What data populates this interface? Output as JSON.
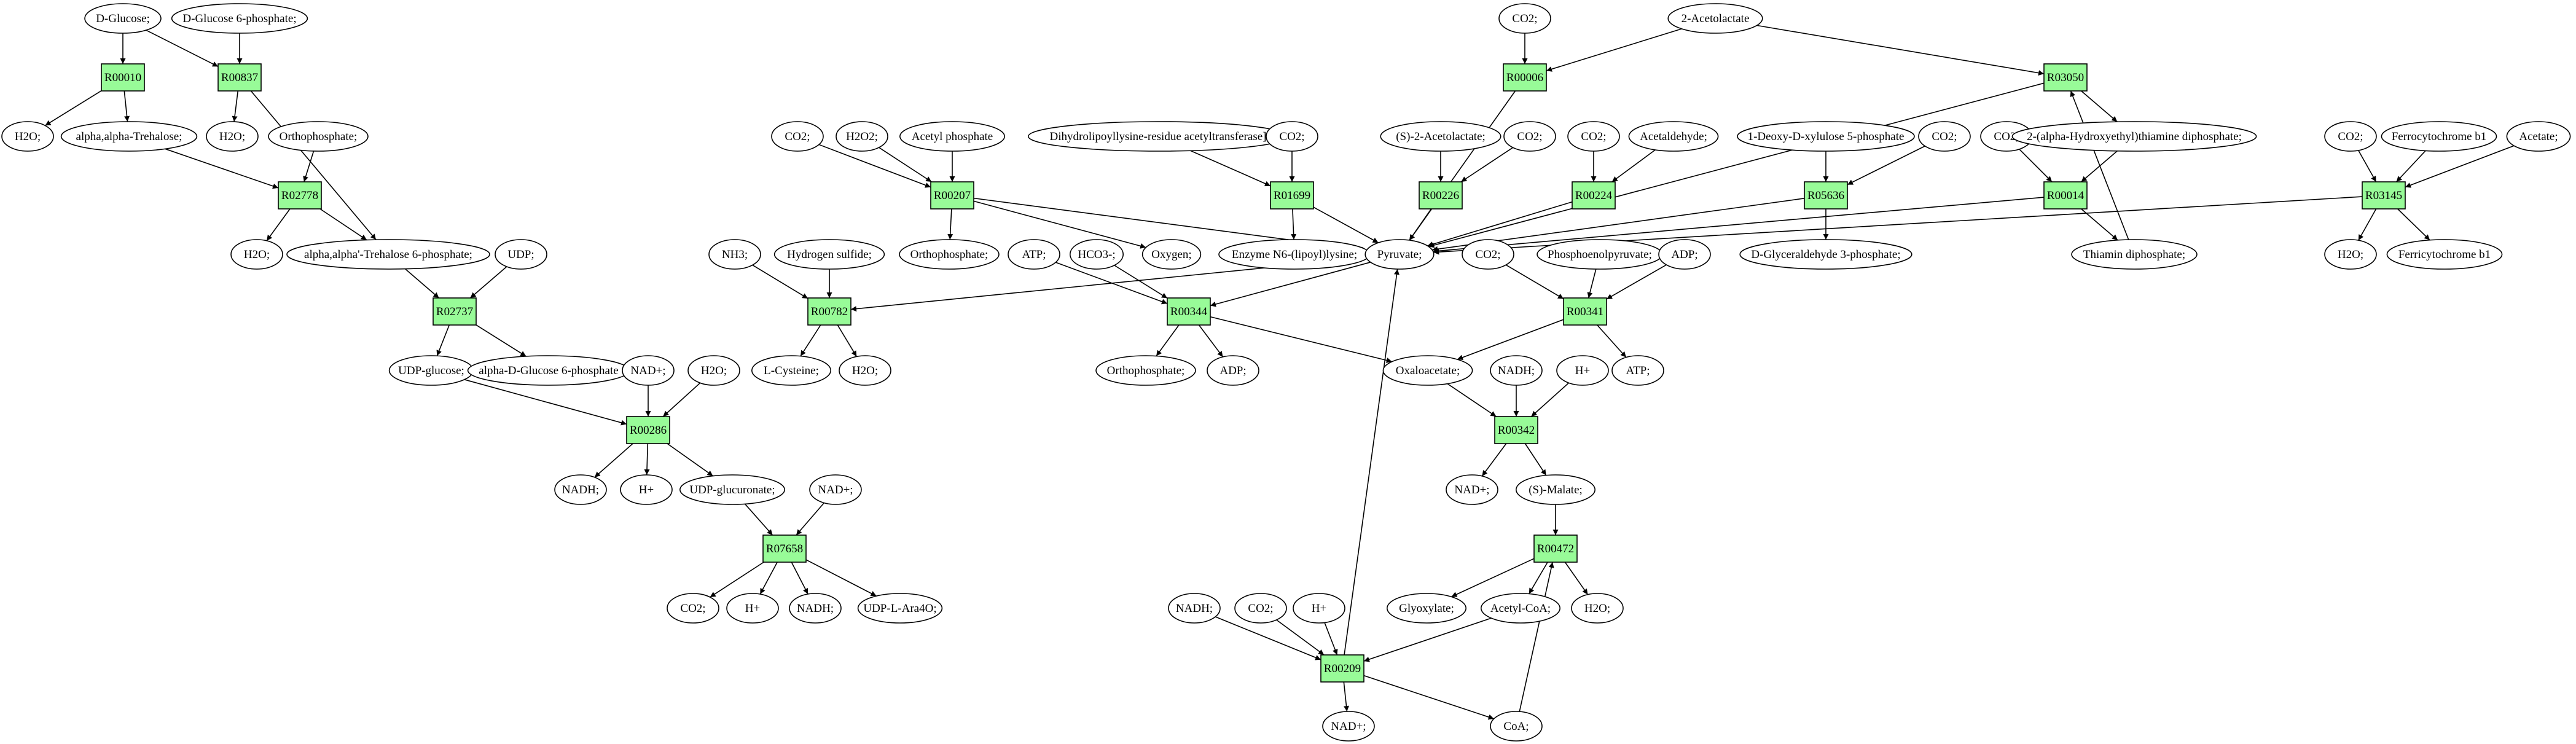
{
  "colors": {
    "background": "#ffffff",
    "stroke": "#000000",
    "reaction_fill": "#98fb98",
    "start_fill": "#00ff00",
    "target_fill": "#ffff00",
    "metabolite_fill": "#ffffff"
  },
  "nodes": {
    "d_glucose": {
      "label": "D-Glucose;",
      "type": "metabolite",
      "highlight": "start"
    },
    "d_glucose_6p_top": {
      "label": "D-Glucose 6-phosphate;",
      "type": "metabolite"
    },
    "r00010": {
      "label": "R00010",
      "type": "reaction"
    },
    "r00837": {
      "label": "R00837",
      "type": "reaction"
    },
    "h2o_a": {
      "label": "H2O;",
      "type": "metabolite"
    },
    "trehalose": {
      "label": "alpha,alpha-Trehalose;",
      "type": "metabolite"
    },
    "h2o_b": {
      "label": "H2O;",
      "type": "metabolite"
    },
    "orthophosphate_a": {
      "label": "Orthophosphate;",
      "type": "metabolite"
    },
    "r02778": {
      "label": "R02778",
      "type": "reaction"
    },
    "h2o_c": {
      "label": "H2O;",
      "type": "metabolite"
    },
    "trehalose_6p": {
      "label": "alpha,alpha'-Trehalose 6-phosphate;",
      "type": "metabolite"
    },
    "udp_a": {
      "label": "UDP;",
      "type": "metabolite"
    },
    "r02737": {
      "label": "R02737",
      "type": "reaction"
    },
    "udp_glucose": {
      "label": "UDP-glucose;",
      "type": "metabolite"
    },
    "alpha_d_glucose_6p": {
      "label": "alpha-D-Glucose 6-phosphate",
      "type": "metabolite"
    },
    "nad_a": {
      "label": "NAD+;",
      "type": "metabolite"
    },
    "h2o_d": {
      "label": "H2O;",
      "type": "metabolite"
    },
    "r00286": {
      "label": "R00286",
      "type": "reaction"
    },
    "nadh_a": {
      "label": "NADH;",
      "type": "metabolite"
    },
    "hplus_a": {
      "label": "H+",
      "type": "metabolite"
    },
    "udp_glucuronate": {
      "label": "UDP-glucuronate;",
      "type": "metabolite"
    },
    "nad_b": {
      "label": "NAD+;",
      "type": "metabolite"
    },
    "r07658": {
      "label": "R07658",
      "type": "reaction"
    },
    "co2_a": {
      "label": "CO2;",
      "type": "metabolite"
    },
    "hplus_b": {
      "label": "H+",
      "type": "metabolite"
    },
    "nadh_b": {
      "label": "NADH;",
      "type": "metabolite"
    },
    "udp_l_ara4o": {
      "label": "UDP-L-Ara4O;",
      "type": "metabolite"
    },
    "co2_b": {
      "label": "CO2;",
      "type": "metabolite"
    },
    "h2o2": {
      "label": "H2O2;",
      "type": "metabolite"
    },
    "acetyl_phosphate": {
      "label": "Acetyl phosphate",
      "type": "metabolite"
    },
    "r00207": {
      "label": "R00207",
      "type": "reaction"
    },
    "orthophosphate_b": {
      "label": "Orthophosphate;",
      "type": "metabolite"
    },
    "nh3": {
      "label": "NH3;",
      "type": "metabolite"
    },
    "hydrogen_sulfide": {
      "label": "Hydrogen sulfide;",
      "type": "metabolite"
    },
    "r00782": {
      "label": "R00782",
      "type": "reaction"
    },
    "l_cysteine": {
      "label": "L-Cysteine;",
      "type": "metabolite",
      "highlight": "target"
    },
    "h2o_e": {
      "label": "H2O;",
      "type": "metabolite"
    },
    "atp_a": {
      "label": "ATP;",
      "type": "metabolite"
    },
    "hco3": {
      "label": "HCO3-;",
      "type": "metabolite"
    },
    "oxygen": {
      "label": "Oxygen;",
      "type": "metabolite"
    },
    "r00344": {
      "label": "R00344",
      "type": "reaction"
    },
    "orthophosphate_c": {
      "label": "Orthophosphate;",
      "type": "metabolite"
    },
    "adp_a": {
      "label": "ADP;",
      "type": "metabolite"
    },
    "dihydrolipoyllysine": {
      "label": "Dihydrolipoyllysine-residue acetyltransferase]",
      "type": "metabolite"
    },
    "co2_c": {
      "label": "CO2;",
      "type": "metabolite"
    },
    "r01699": {
      "label": "R01699",
      "type": "reaction"
    },
    "enzyme_n6": {
      "label": "Enzyme N6-(lipoyl)lysine;",
      "type": "metabolite"
    },
    "co2_top": {
      "label": "CO2;",
      "type": "metabolite"
    },
    "acetolactate": {
      "label": "2-Acetolactate",
      "type": "metabolite"
    },
    "r00006": {
      "label": "R00006",
      "type": "reaction"
    },
    "r03050": {
      "label": "R03050",
      "type": "reaction"
    },
    "s2_acetolactate": {
      "label": "(S)-2-Acetolactate;",
      "type": "metabolite"
    },
    "co2_d": {
      "label": "CO2;",
      "type": "metabolite"
    },
    "r00226": {
      "label": "R00226",
      "type": "reaction"
    },
    "co2_e": {
      "label": "CO2;",
      "type": "metabolite"
    },
    "acetaldehyde": {
      "label": "Acetaldehyde;",
      "type": "metabolite"
    },
    "r00224": {
      "label": "R00224",
      "type": "reaction"
    },
    "pyruvate": {
      "label": "Pyruvate;",
      "type": "metabolite"
    },
    "deoxy_xylulose_5p": {
      "label": "1-Deoxy-D-xylulose 5-phosphate",
      "type": "metabolite"
    },
    "co2_f": {
      "label": "CO2;",
      "type": "metabolite"
    },
    "r05636": {
      "label": "R05636",
      "type": "reaction"
    },
    "glyceraldehyde_3p": {
      "label": "D-Glyceraldehyde 3-phosphate;",
      "type": "metabolite"
    },
    "co2_g": {
      "label": "CO2;",
      "type": "metabolite"
    },
    "hydroxyethyl_tpp": {
      "label": "2-(alpha-Hydroxyethyl)thiamine diphosphate;",
      "type": "metabolite"
    },
    "r00014": {
      "label": "R00014",
      "type": "reaction"
    },
    "thiamin_dp": {
      "label": "Thiamin diphosphate;",
      "type": "metabolite"
    },
    "co2_h": {
      "label": "CO2;",
      "type": "metabolite"
    },
    "ferrocytochrome_b1": {
      "label": "Ferrocytochrome b1",
      "type": "metabolite"
    },
    "acetate": {
      "label": "Acetate;",
      "type": "metabolite"
    },
    "r03145": {
      "label": "R03145",
      "type": "reaction"
    },
    "h2o_f": {
      "label": "H2O;",
      "type": "metabolite"
    },
    "ferricytochrome_b1": {
      "label": "Ferricytochrome b1",
      "type": "metabolite"
    },
    "co2_i": {
      "label": "CO2;",
      "type": "metabolite"
    },
    "phosphoenolpyruvate": {
      "label": "Phosphoenolpyruvate;",
      "type": "metabolite"
    },
    "adp_b": {
      "label": "ADP;",
      "type": "metabolite"
    },
    "r00341": {
      "label": "R00341",
      "type": "reaction"
    },
    "oxaloacetate": {
      "label": "Oxaloacetate;",
      "type": "metabolite"
    },
    "atp_b": {
      "label": "ATP;",
      "type": "metabolite"
    },
    "nadh_c": {
      "label": "NADH;",
      "type": "metabolite"
    },
    "hplus_c": {
      "label": "H+",
      "type": "metabolite"
    },
    "r00342": {
      "label": "R00342",
      "type": "reaction"
    },
    "nad_c": {
      "label": "NAD+;",
      "type": "metabolite"
    },
    "s_malate": {
      "label": "(S)-Malate;",
      "type": "metabolite"
    },
    "r00472": {
      "label": "R00472",
      "type": "reaction"
    },
    "glyoxylate": {
      "label": "Glyoxylate;",
      "type": "metabolite"
    },
    "acetyl_coa": {
      "label": "Acetyl-CoA;",
      "type": "metabolite"
    },
    "h2o_g": {
      "label": "H2O;",
      "type": "metabolite"
    },
    "nadh_d": {
      "label": "NADH;",
      "type": "metabolite"
    },
    "co2_j": {
      "label": "CO2;",
      "type": "metabolite"
    },
    "hplus_d": {
      "label": "H+",
      "type": "metabolite"
    },
    "r00209": {
      "label": "R00209",
      "type": "reaction"
    },
    "nad_d": {
      "label": "NAD+;",
      "type": "metabolite"
    },
    "coa": {
      "label": "CoA;",
      "type": "metabolite"
    }
  },
  "edges": [
    [
      "d_glucose",
      "r00010"
    ],
    [
      "d_glucose",
      "r00837"
    ],
    [
      "d_glucose_6p_top",
      "r00837"
    ],
    [
      "r00010",
      "h2o_a"
    ],
    [
      "r00010",
      "trehalose"
    ],
    [
      "r00837",
      "h2o_b"
    ],
    [
      "r00837",
      "trehalose_6p"
    ],
    [
      "trehalose",
      "r02778"
    ],
    [
      "orthophosphate_a",
      "r02778"
    ],
    [
      "r02778",
      "h2o_c"
    ],
    [
      "r02778",
      "trehalose_6p"
    ],
    [
      "trehalose_6p",
      "r02737"
    ],
    [
      "udp_a",
      "r02737"
    ],
    [
      "r02737",
      "udp_glucose"
    ],
    [
      "r02737",
      "alpha_d_glucose_6p"
    ],
    [
      "udp_glucose",
      "r00286"
    ],
    [
      "nad_a",
      "r00286"
    ],
    [
      "h2o_d",
      "r00286"
    ],
    [
      "r00286",
      "nadh_a"
    ],
    [
      "r00286",
      "hplus_a"
    ],
    [
      "r00286",
      "udp_glucuronate"
    ],
    [
      "udp_glucuronate",
      "r07658"
    ],
    [
      "nad_b",
      "r07658"
    ],
    [
      "r07658",
      "co2_a"
    ],
    [
      "r07658",
      "hplus_b"
    ],
    [
      "r07658",
      "nadh_b"
    ],
    [
      "r07658",
      "udp_l_ara4o"
    ],
    [
      "co2_b",
      "r00207"
    ],
    [
      "h2o2",
      "r00207"
    ],
    [
      "acetyl_phosphate",
      "r00207"
    ],
    [
      "r00207",
      "orthophosphate_b"
    ],
    [
      "r00207",
      "oxygen"
    ],
    [
      "r00207",
      "pyruvate"
    ],
    [
      "nh3",
      "r00782"
    ],
    [
      "hydrogen_sulfide",
      "r00782"
    ],
    [
      "pyruvate",
      "r00782"
    ],
    [
      "r00782",
      "l_cysteine"
    ],
    [
      "r00782",
      "h2o_e"
    ],
    [
      "atp_a",
      "r00344"
    ],
    [
      "hco3",
      "r00344"
    ],
    [
      "pyruvate",
      "r00344"
    ],
    [
      "r00344",
      "orthophosphate_c"
    ],
    [
      "r00344",
      "adp_a"
    ],
    [
      "r00344",
      "oxaloacetate"
    ],
    [
      "dihydrolipoyllysine",
      "r01699"
    ],
    [
      "co2_c",
      "r01699"
    ],
    [
      "r01699",
      "enzyme_n6"
    ],
    [
      "r01699",
      "pyruvate"
    ],
    [
      "co2_top",
      "r00006"
    ],
    [
      "acetolactate",
      "r00006"
    ],
    [
      "r00006",
      "pyruvate"
    ],
    [
      "acetolactate",
      "r03050"
    ],
    [
      "r03050",
      "pyruvate"
    ],
    [
      "r03050",
      "hydroxyethyl_tpp"
    ],
    [
      "s2_acetolactate",
      "r00226"
    ],
    [
      "co2_d",
      "r00226"
    ],
    [
      "r00226",
      "pyruvate"
    ],
    [
      "co2_e",
      "r00224"
    ],
    [
      "acetaldehyde",
      "r00224"
    ],
    [
      "r00224",
      "pyruvate"
    ],
    [
      "deoxy_xylulose_5p",
      "r05636"
    ],
    [
      "co2_f",
      "r05636"
    ],
    [
      "r05636",
      "pyruvate"
    ],
    [
      "r05636",
      "glyceraldehyde_3p"
    ],
    [
      "co2_g",
      "r00014"
    ],
    [
      "hydroxyethyl_tpp",
      "r00014"
    ],
    [
      "r00014",
      "pyruvate"
    ],
    [
      "r00014",
      "thiamin_dp"
    ],
    [
      "thiamin_dp",
      "r03050"
    ],
    [
      "co2_h",
      "r03145"
    ],
    [
      "ferrocytochrome_b1",
      "r03145"
    ],
    [
      "acetate",
      "r03145"
    ],
    [
      "r03145",
      "pyruvate"
    ],
    [
      "r03145",
      "h2o_f"
    ],
    [
      "r03145",
      "ferricytochrome_b1"
    ],
    [
      "co2_i",
      "r00341"
    ],
    [
      "phosphoenolpyruvate",
      "r00341"
    ],
    [
      "adp_b",
      "r00341"
    ],
    [
      "r00341",
      "oxaloacetate"
    ],
    [
      "r00341",
      "atp_b"
    ],
    [
      "oxaloacetate",
      "r00342"
    ],
    [
      "nadh_c",
      "r00342"
    ],
    [
      "hplus_c",
      "r00342"
    ],
    [
      "r00342",
      "nad_c"
    ],
    [
      "r00342",
      "s_malate"
    ],
    [
      "s_malate",
      "r00472"
    ],
    [
      "coa",
      "r00472"
    ],
    [
      "r00472",
      "glyoxylate"
    ],
    [
      "r00472",
      "acetyl_coa"
    ],
    [
      "r00472",
      "h2o_g"
    ],
    [
      "nadh_d",
      "r00209"
    ],
    [
      "co2_j",
      "r00209"
    ],
    [
      "hplus_d",
      "r00209"
    ],
    [
      "acetyl_coa",
      "r00209"
    ],
    [
      "r00209",
      "nad_d"
    ],
    [
      "r00209",
      "coa"
    ],
    [
      "r00209",
      "pyruvate"
    ]
  ]
}
